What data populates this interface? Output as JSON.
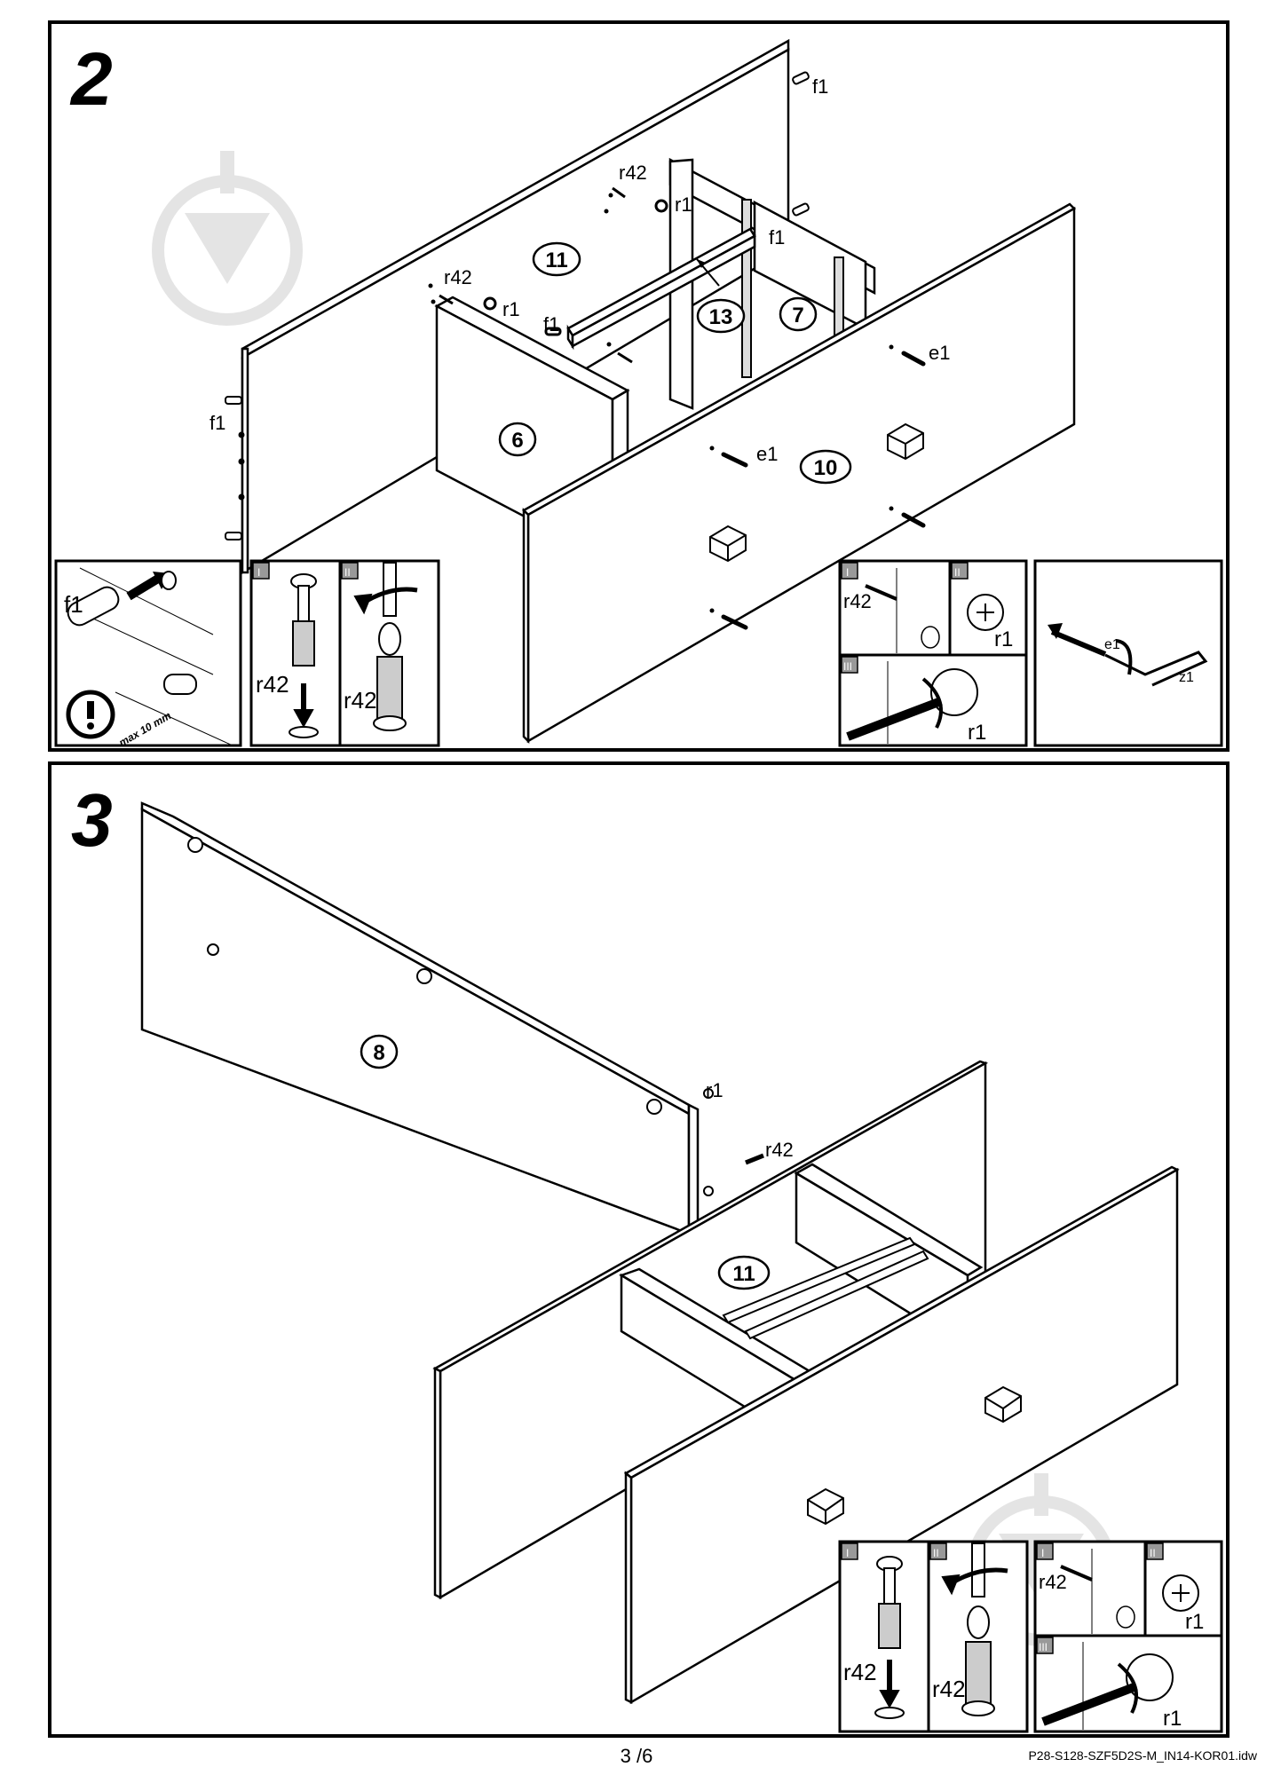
{
  "steps": [
    {
      "number": "2",
      "labels": {
        "f1_top": "f1",
        "r42_top": "r42",
        "r1_top": "r1",
        "f1_mid": "f1",
        "r42_left": "r42",
        "r1_left": "r1",
        "f1_small": "f1",
        "f1_left": "f1",
        "e1_right": "e1",
        "e1_mid": "e1"
      },
      "parts": [
        "11",
        "13",
        "7",
        "6",
        "10"
      ],
      "details": {
        "f1_box": {
          "label": "f1",
          "note": "max 10 mm"
        },
        "r42_box": {
          "step1": "I",
          "step2": "II",
          "label1": "r42",
          "label2": "r42"
        },
        "r1_box": {
          "step1": "I",
          "step2": "II",
          "step3": "III",
          "label_r42": "r42",
          "label_r1a": "r1",
          "label_r1b": "r1"
        },
        "e1_box": {
          "label_e1": "e1",
          "label_z1": "z1"
        }
      }
    },
    {
      "number": "3",
      "labels": {
        "r1": "r1",
        "r42": "r42"
      },
      "parts": [
        "8",
        "11"
      ],
      "details": {
        "r42_box": {
          "step1": "I",
          "step2": "II",
          "label1": "r42",
          "label2": "r42"
        },
        "r1_box": {
          "step1": "I",
          "step2": "II",
          "step3": "III",
          "label_r42": "r42",
          "label_r1a": "r1",
          "label_r1b": "r1"
        }
      }
    }
  ],
  "footer": {
    "page": "3 /6",
    "code": "P28-S128-SZF5D2S-M_IN14-KOR01.idw"
  }
}
